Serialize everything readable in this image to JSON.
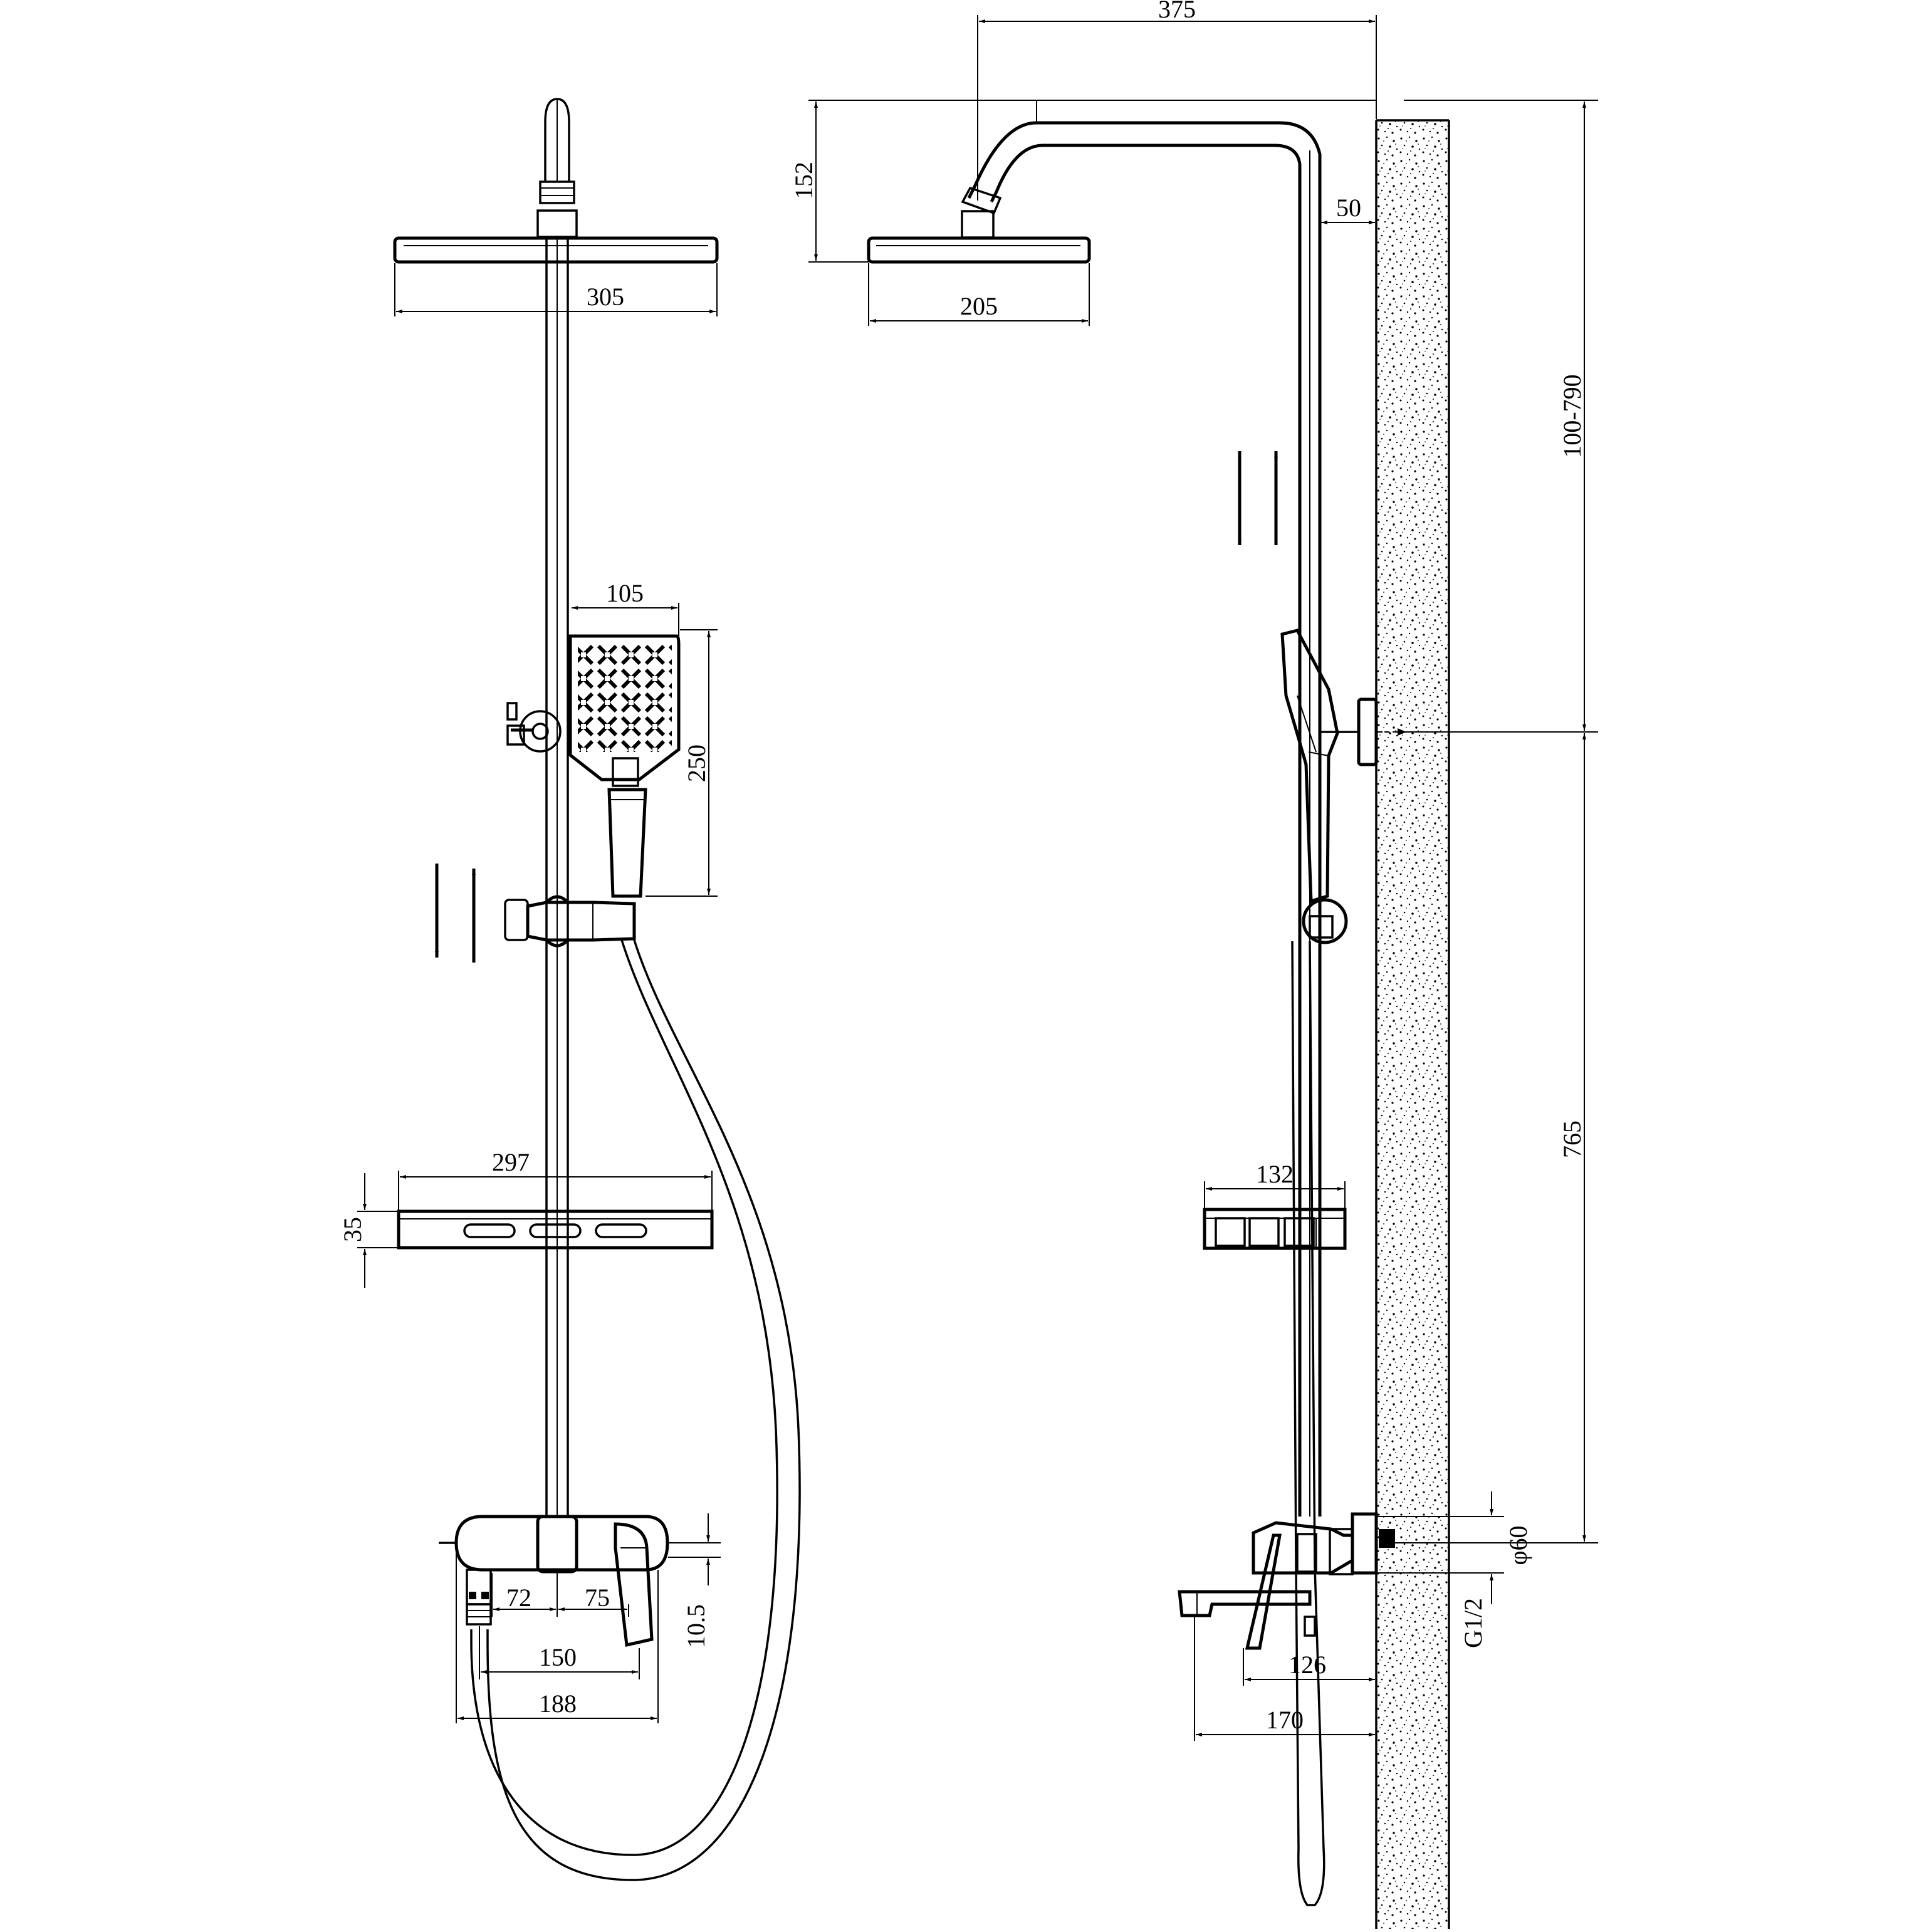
{
  "colors": {
    "line": "#000000",
    "background": "#ffffff",
    "wall_fill": "#ffffff"
  },
  "front_view": {
    "dimensions": {
      "head_width": "305",
      "handset_width": "105",
      "handset_height": "250",
      "shelf_width": "297",
      "shelf_height": "35",
      "offset_left": "72",
      "offset_right": "75",
      "lever_offset": "10.5",
      "inlet_spacing": "150",
      "mixer_width": "188"
    }
  },
  "side_view": {
    "dimensions": {
      "arm_reach": "375",
      "head_drop": "152",
      "riser_wall_gap": "50",
      "head_depth": "205",
      "height_adjust": "100-790",
      "bracket_to_inlet": "765",
      "shelf_depth": "132",
      "flange_diameter": "φ60",
      "thread": "G1/2",
      "mixer_depth": "126",
      "spout_depth": "170"
    }
  }
}
